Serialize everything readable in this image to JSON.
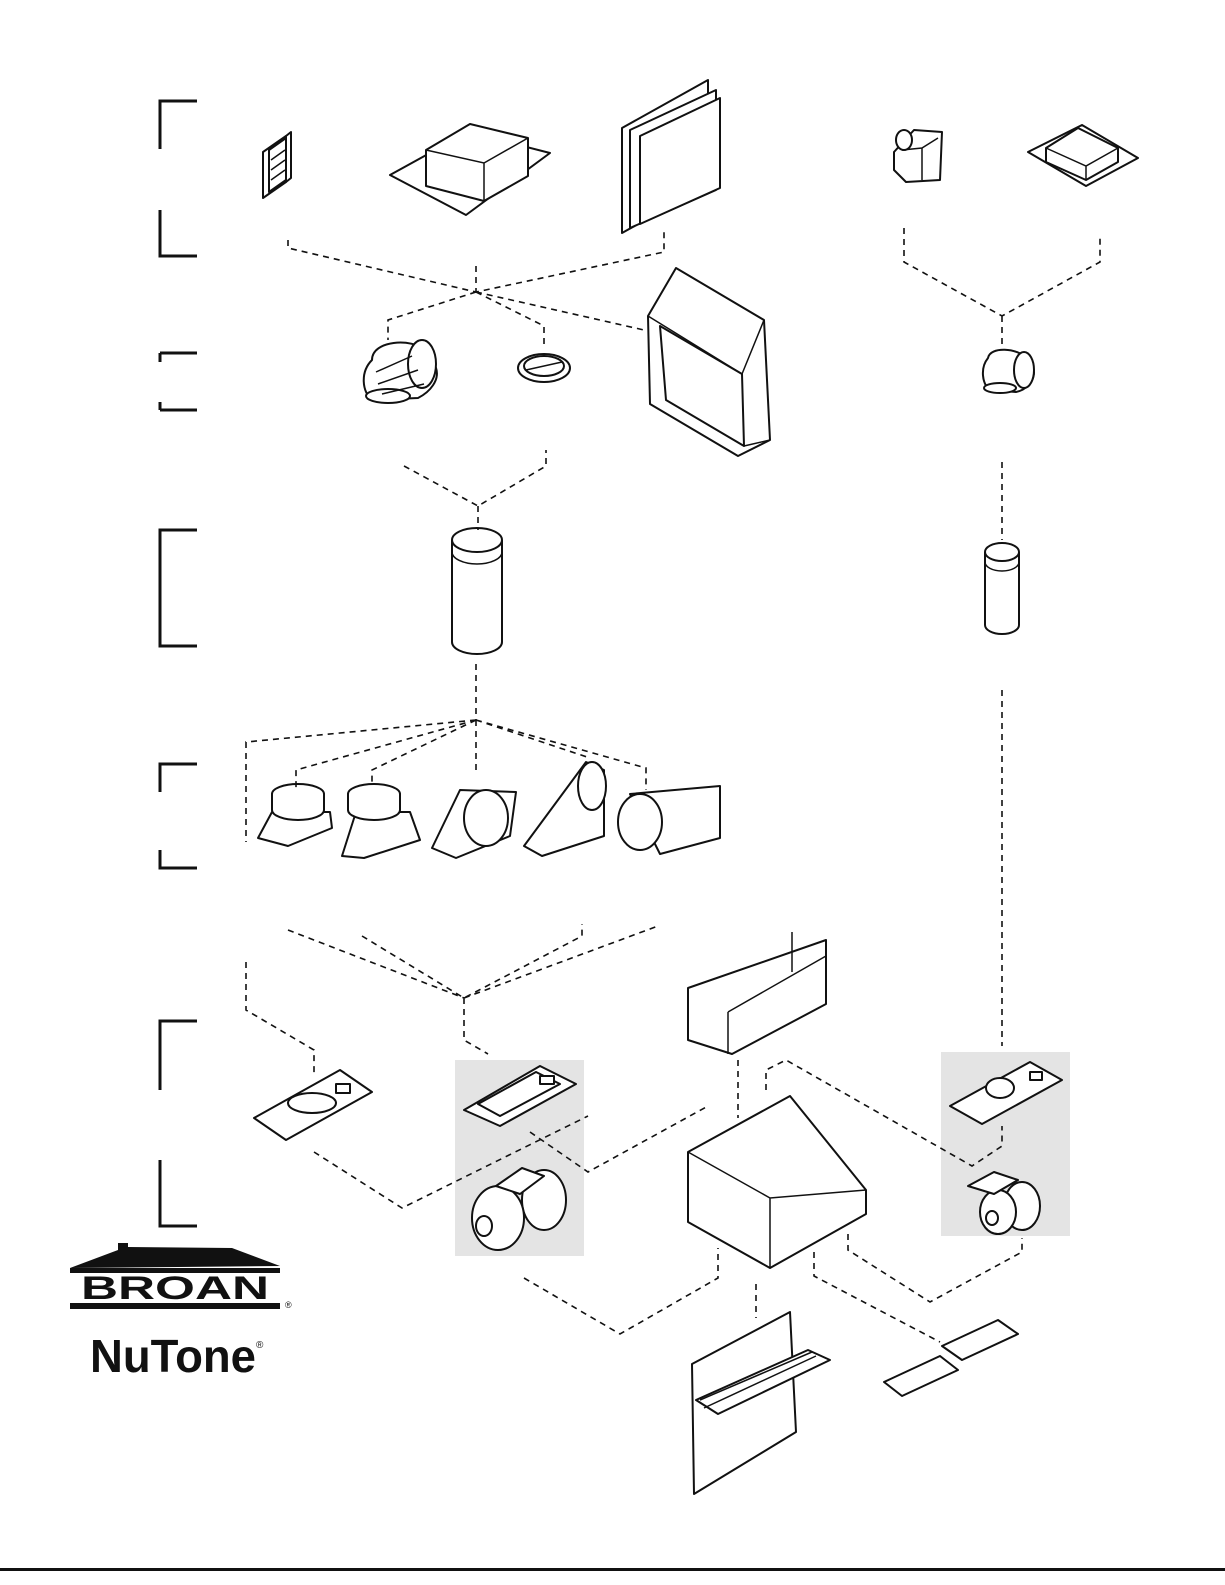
{
  "brands": {
    "broan": {
      "name": "BROAN",
      "mark": "®"
    },
    "nutone": {
      "name": "NuTone",
      "mark": "®"
    }
  },
  "colors": {
    "ink": "#111111",
    "highlight": "#e4e4e4",
    "background": "#ffffff"
  },
  "groups": [
    "wall-and-roof-caps",
    "elbows-and-dampers",
    "round-duct",
    "transitions",
    "blower-assemblies",
    "range-hood-and-accessories"
  ]
}
